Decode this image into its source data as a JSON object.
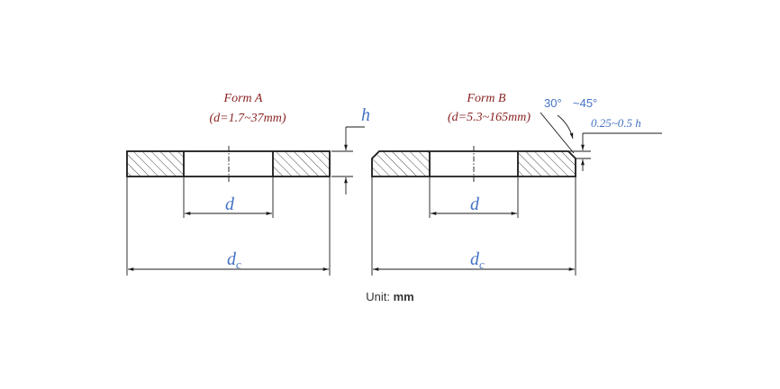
{
  "form_a": {
    "title": "Form A",
    "range": "(d=1.7~37mm)",
    "label_h": "h",
    "label_d": "d",
    "label_dc_main": "d",
    "label_dc_sub": "c"
  },
  "form_b": {
    "title": "Form B",
    "range": "(d=5.3~165mm)",
    "label_d": "d",
    "label_dc_main": "d",
    "label_dc_sub": "c",
    "angle_from": "30°",
    "angle_to": "~45°",
    "chamfer": "0.25~0.5 h"
  },
  "unit": {
    "label": "Unit:",
    "value": "mm"
  },
  "colors": {
    "caption": "#8b2323",
    "dimension": "#4472c4",
    "line": "#1a1a1a"
  }
}
